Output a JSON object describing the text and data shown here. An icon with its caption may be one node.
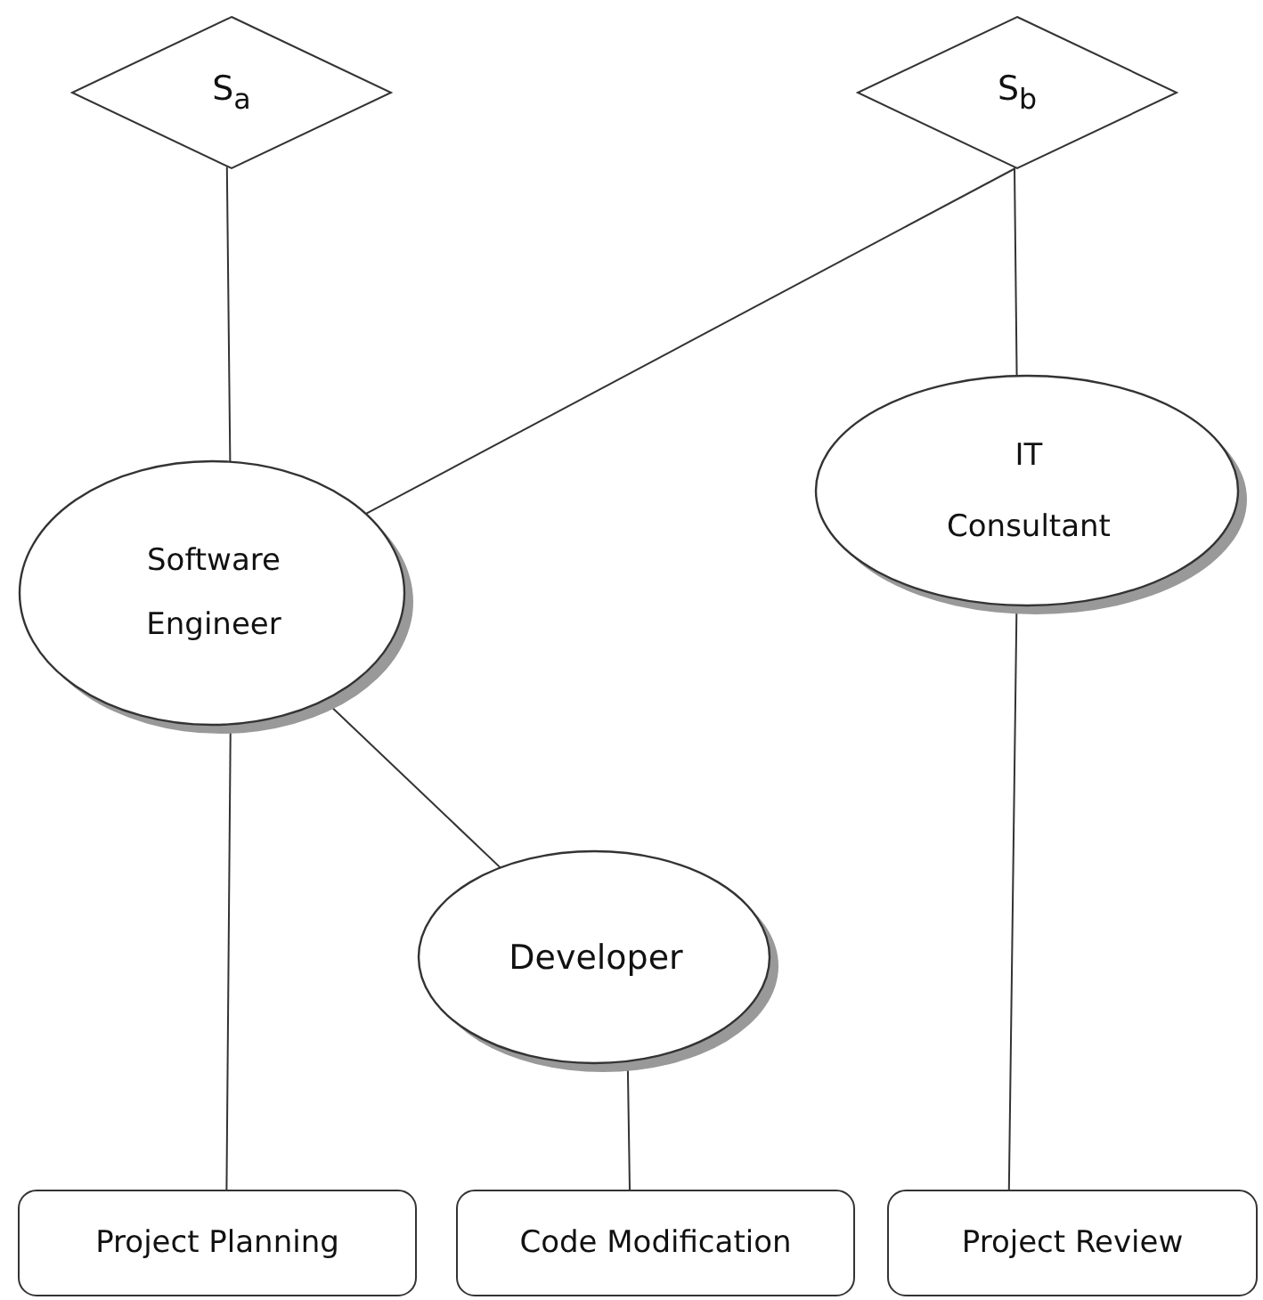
{
  "diagram": {
    "nodes": [
      {
        "text": [
          "S$_{a}$"
        ]
      },
      {
        "text": [
          "S$_{b}$"
        ]
      },
      {
        "text": [
          "IT Consultant"
        ]
      },
      {
        "text": [
          "Software Engineer"
        ]
      },
      {
        "text": [
          "Developer"
        ]
      },
      {
        "text": [
          "Project Planning"
        ]
      },
      {
        "text": [
          "Code Modification"
        ]
      },
      {
        "text": [
          "Project Review"
        ]
      }
    ],
    "edges": [
      {
        "from": 0,
        "to": 3,
        "arrow": "none"
      },
      {
        "from": 1,
        "to": 3,
        "arrow": "none"
      },
      {
        "from": 1,
        "to": 2,
        "arrow": "none"
      },
      {
        "from": 3,
        "to": 4,
        "arrow": "none"
      },
      {
        "from": 3,
        "to": 5,
        "arrow": "none"
      },
      {
        "from": 4,
        "to": 6,
        "arrow": "none"
      },
      {
        "from": 2,
        "to": 7,
        "arrow": "none"
      }
    ]
  }
}
